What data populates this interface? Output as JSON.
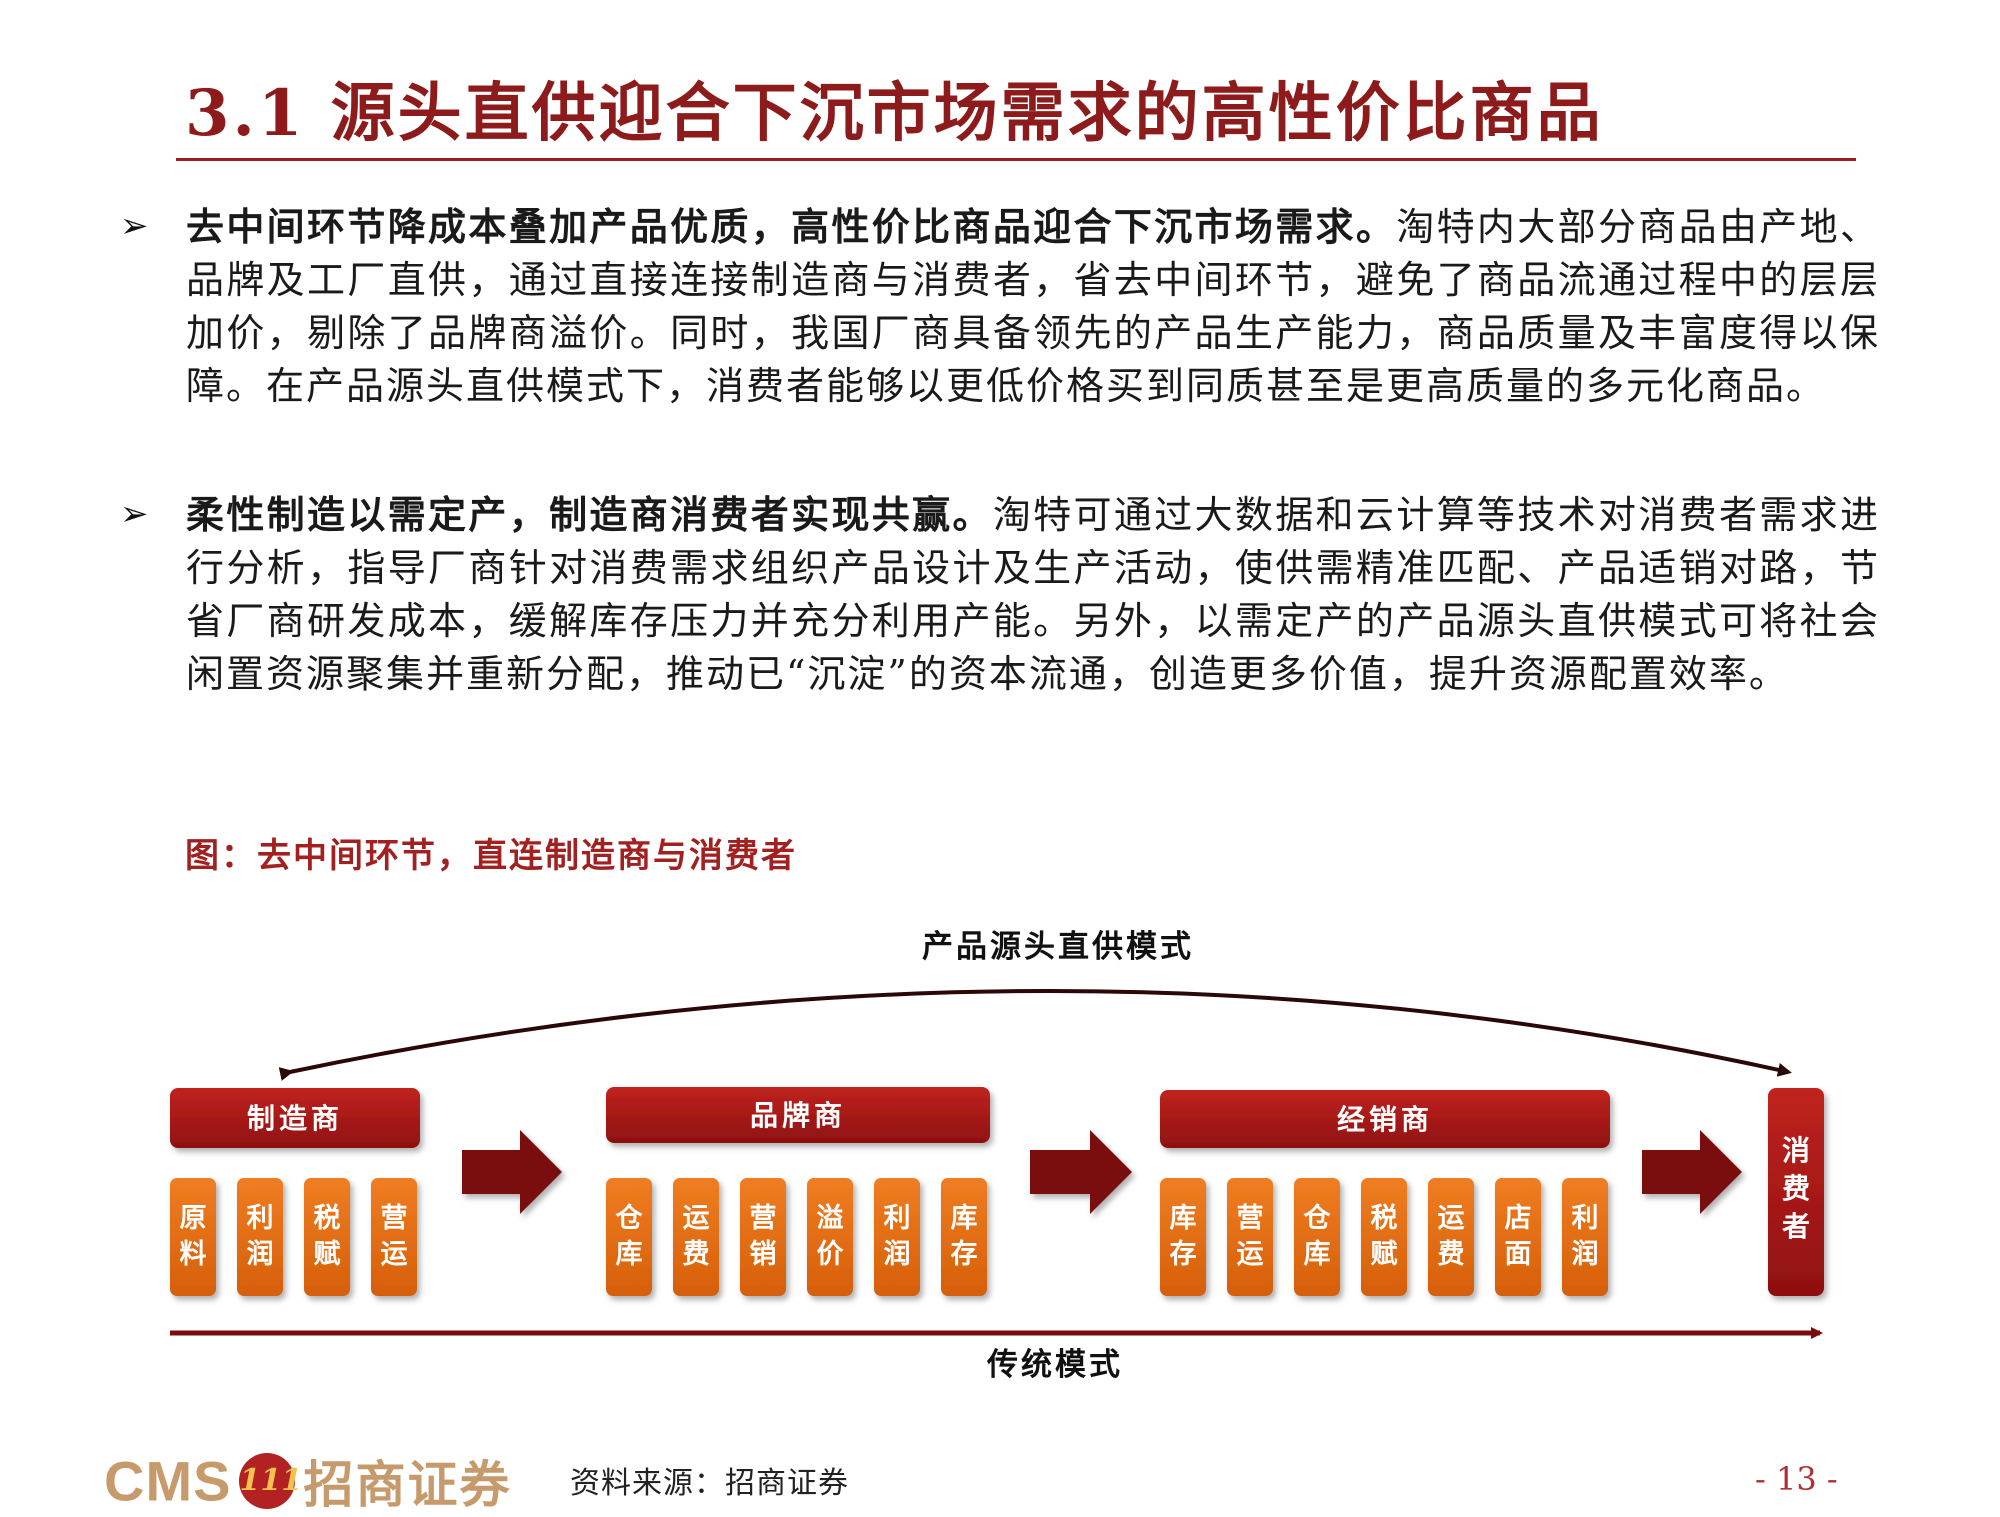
{
  "title": "3.1 源头直供迎合下沉市场需求的高性价比商品",
  "bullets": [
    {
      "bold": "去中间环节降成本叠加产品优质，高性价比商品迎合下沉市场需求。",
      "text": "淘特内大部分商品由产地、品牌及工厂直供，通过直接连接制造商与消费者，省去中间环节，避免了商品流通过程中的层层加价，剔除了品牌商溢价。同时，我国厂商具备领先的产品生产能力，商品质量及丰富度得以保障。在产品源头直供模式下，消费者能够以更低价格买到同质甚至是更高质量的多元化商品。"
    },
    {
      "bold": "柔性制造以需定产，制造商消费者实现共赢。",
      "text": "淘特可通过大数据和云计算等技术对消费者需求进行分析，指导厂商针对消费需求组织产品设计及生产活动，使供需精准匹配、产品适销对路，节省厂商研发成本，缓解库存压力并充分利用产能。另外，以需定产的产品源头直供模式可将社会闲置资源聚集并重新分配，推动已“沉淀”的资本流通，创造更多价值，提升资源配置效率。"
    }
  ],
  "figure_caption": "图：去中间环节，直连制造商与消费者",
  "diagram": {
    "top_label": "产品源头直供模式",
    "bottom_label": "传统模式",
    "groups": [
      {
        "label": "制造商",
        "items": [
          "原料",
          "利润",
          "税赋",
          "营运"
        ]
      },
      {
        "label": "品牌商",
        "items": [
          "仓库",
          "运费",
          "营销",
          "溢价",
          "利润",
          "库存"
        ]
      },
      {
        "label": "经销商",
        "items": [
          "库存",
          "营运",
          "仓库",
          "税赋",
          "运费",
          "店面",
          "利润"
        ]
      }
    ],
    "consumer": "消费者"
  },
  "footer": {
    "logo_cms": "CMS",
    "logo_badge": "111",
    "logo_cn": "招商证券",
    "source": "资料来源：招商证券",
    "page": "- 13 -"
  },
  "colors": {
    "title_red": "#8e1b1b",
    "header_box": "#a51515",
    "item_box": "#e46c0a",
    "arrow": "#7a0c0c"
  }
}
